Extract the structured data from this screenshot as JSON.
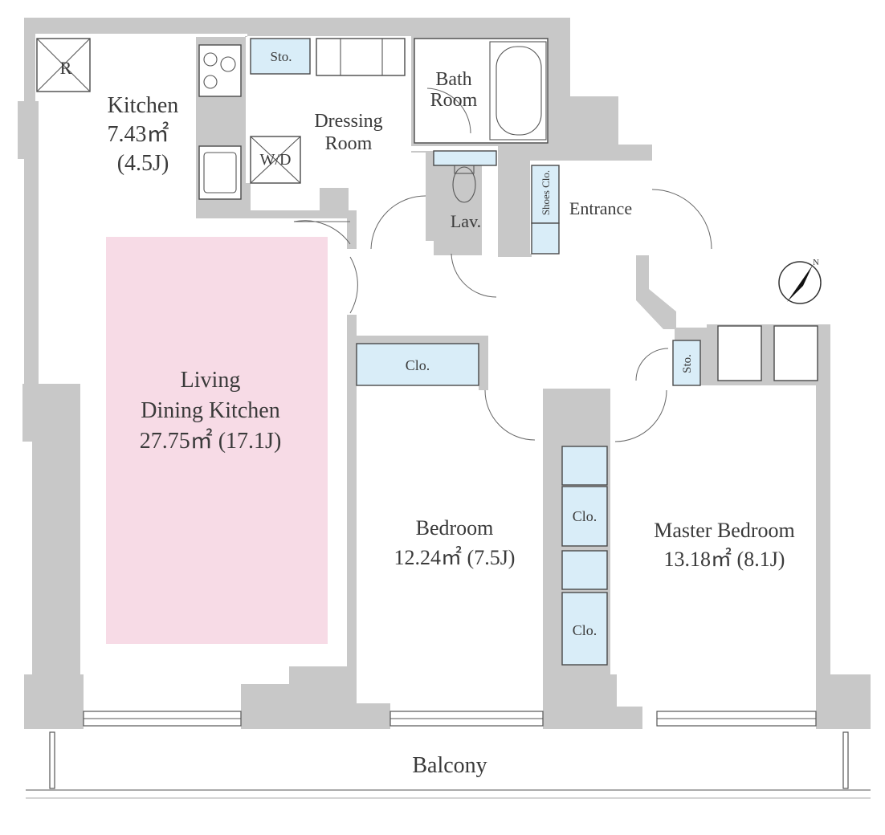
{
  "rooms": {
    "kitchen": {
      "name": "Kitchen",
      "area": "7.43㎡",
      "jo": "(4.5J)"
    },
    "ldk": {
      "line1": "Living",
      "line2": "Dining Kitchen",
      "area": "27.75㎡ (17.1J)"
    },
    "dressing": {
      "line1": "Dressing",
      "line2": "Room"
    },
    "bath": {
      "line1": "Bath",
      "line2": "Room"
    },
    "lav": "Lav.",
    "entrance": "Entrance",
    "bedroom": {
      "name": "Bedroom",
      "area": "12.24㎡ (7.5J)"
    },
    "master": {
      "name": "Master Bedroom",
      "area": "13.18㎡ (8.1J)"
    },
    "balcony": "Balcony"
  },
  "labels": {
    "refrigerator": "R",
    "storage": "Sto.",
    "washer_dryer": "W/D",
    "closet": "Clo.",
    "shoes_closet": "Shoes Clo."
  },
  "colors": {
    "wall": "#c8c8c8",
    "ldk_highlight": "#f7dbe6",
    "storage": "#d9edf8"
  },
  "icons": {
    "compass": "north-arrow-icon",
    "compass_letter": "N"
  }
}
